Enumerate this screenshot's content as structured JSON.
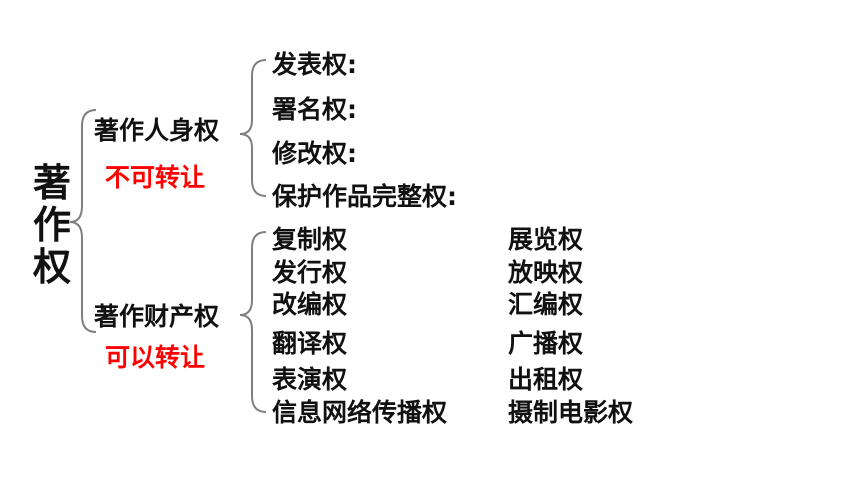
{
  "root": {
    "chars": [
      "著",
      "作",
      "权"
    ]
  },
  "personal": {
    "label": "著作人身权",
    "note": "不可转让",
    "rights": [
      "发表权:",
      "署名权:",
      "修改权:",
      "保护作品完整权:"
    ]
  },
  "property": {
    "label": "著作财产权",
    "note": "可以转让",
    "rights_left": [
      "复制权",
      "发行权",
      "改编权",
      "翻译权",
      "表演权",
      "信息网络传播权"
    ],
    "rights_right": [
      "展览权",
      "放映权",
      "汇编权",
      "广播权",
      "出租权",
      "摄制电影权"
    ]
  },
  "colors": {
    "text": "#111111",
    "note": "#ff0000",
    "brace": "#7f7f7f"
  }
}
